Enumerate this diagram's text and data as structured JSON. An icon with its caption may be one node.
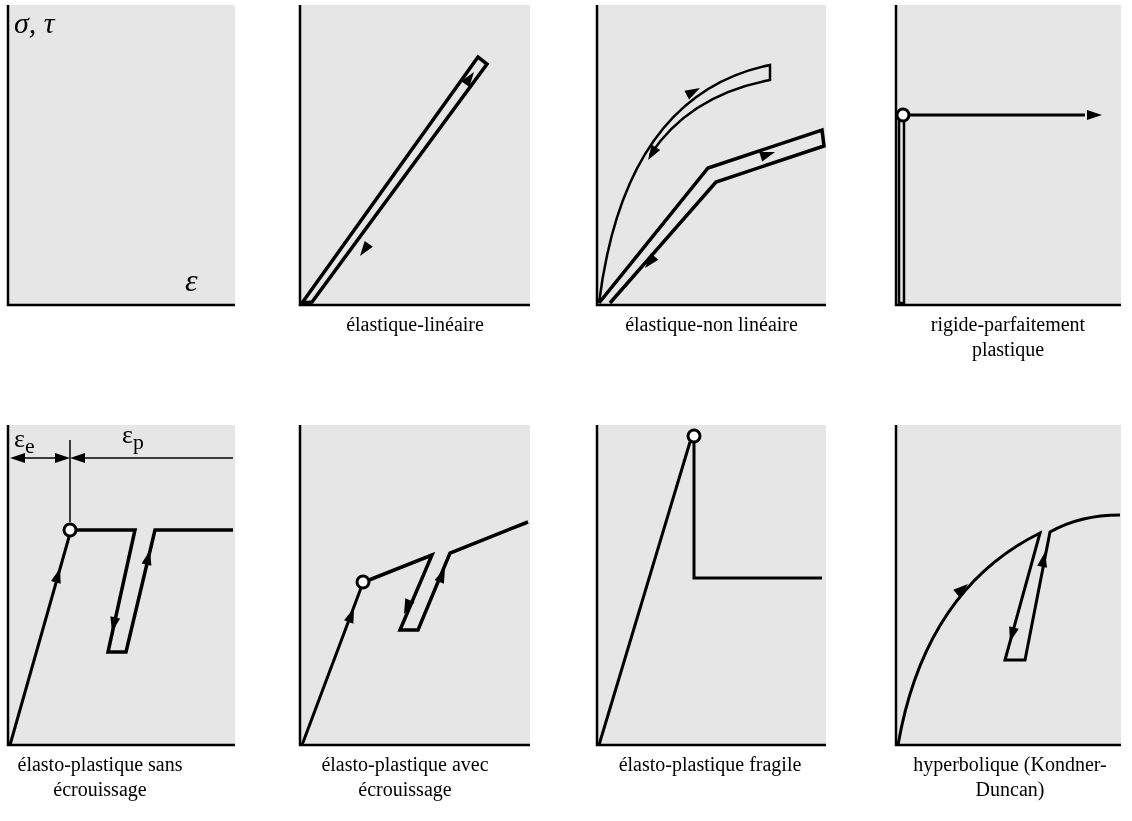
{
  "diagram": {
    "labels": [
      "σ, τ",
      "ε",
      "élastique-linéaire",
      "élastique-non linéaire",
      "rigide-parfaitement plastique",
      "ε$_{e}$",
      "ε$_{p}$",
      "élasto-plastique sans écrouissage",
      "élasto-plastique avec écrouissage",
      "élasto-plastique fragile",
      "hyperbolique (Kondner-Duncan)"
    ]
  }
}
